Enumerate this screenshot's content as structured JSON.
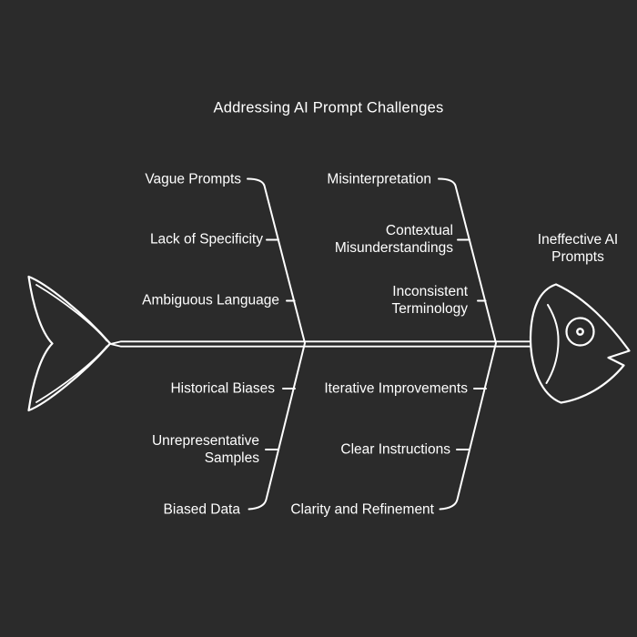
{
  "title": "Addressing AI Prompt Challenges",
  "effect": {
    "label": "Ineffective AI Prompts"
  },
  "branches": {
    "top_left": [
      "Vague Prompts",
      "Lack of Specificity",
      "Ambiguous Language"
    ],
    "top_right": [
      "Misinterpretation",
      "Contextual Misunderstandings",
      "Inconsistent Terminology"
    ],
    "bottom_left": [
      "Historical Biases",
      "Unrepresentative Samples",
      "Biased Data"
    ],
    "bottom_right": [
      "Iterative Improvements",
      "Clear Instructions",
      "Clarity and Refinement"
    ]
  },
  "colors": {
    "background": "#2b2b2b",
    "line": "#ffffff",
    "text": "#ffffff"
  }
}
